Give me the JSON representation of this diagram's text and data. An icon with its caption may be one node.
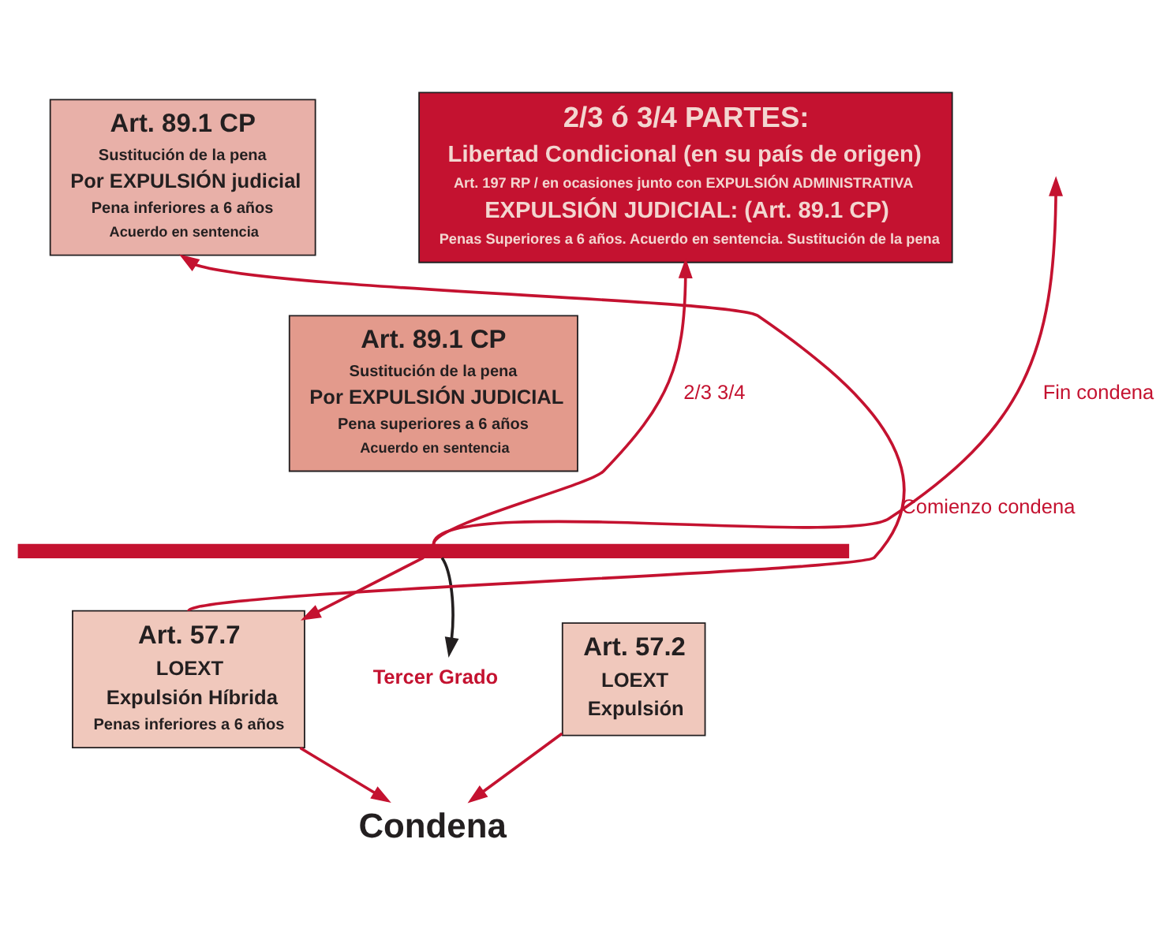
{
  "diagram": {
    "nodes": [
      {
        "text": [
          "2/3 ó 3/4 PARTES:",
          "Libertad Condicional (en su país de origen)",
          "Art. 197 RP / en ocasiones junto con EXPULSIÓN ADMINISTRATIVA",
          "EXPULSIÓN JUDICIAL: (Art. 89.1 CP)",
          "Penas Superiores a 6 años. Acuerdo en sentencia. Sustitución de la pena"
        ]
      },
      {
        "text": [
          "Art. 89.1 CP",
          "Sustitución de la pena",
          "Por EXPULSIÓN judicial",
          "Pena inferiores a 6 años",
          "Acuerdo en sentencia"
        ]
      },
      {
        "text": [
          "Art. 89.1 CP",
          "Sustitución de la pena",
          "Por EXPULSIÓN JUDICIAL",
          "Pena superiores a 6 años",
          "Acuerdo en sentencia"
        ]
      },
      {
        "text": [],
        "shape": "bar"
      },
      {
        "text": [
          "Art. 57.2",
          "LOEXT",
          "Expulsión"
        ]
      },
      {
        "text": [
          "Tercer Grado"
        ]
      },
      {
        "text": [
          "Art. 57.7",
          "LOEXT",
          "Expulsión Híbrida",
          "Penas inferiores a 6 años"
        ]
      },
      {
        "text": [
          "Condena"
        ]
      }
    ],
    "edges": [
      {
        "from": 6,
        "to": 1,
        "arrow": "to",
        "label": "Comienzo condena"
      },
      {
        "from": 3,
        "to": 0,
        "arrow": "to",
        "label": "2/3 3/4"
      },
      {
        "from": 3,
        "to": null,
        "arrow": "to",
        "label": "Fin condena"
      },
      {
        "from": 3,
        "to": 6,
        "arrow": "to"
      },
      {
        "from": 3,
        "to": 5,
        "arrow": "to",
        "color": "#231f20"
      },
      {
        "from": 6,
        "to": 7,
        "arrow": "to"
      },
      {
        "from": 4,
        "to": 7,
        "arrow": "to"
      }
    ]
  }
}
